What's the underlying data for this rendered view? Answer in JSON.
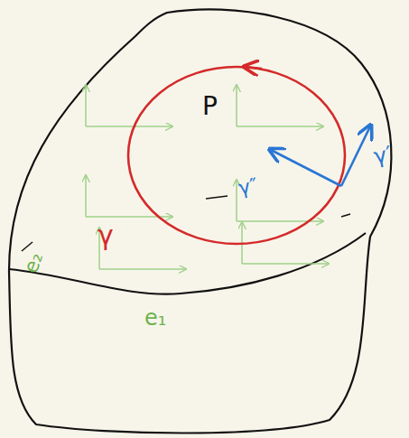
{
  "diagram": {
    "labels": [
      "P",
      "γ",
      "γ′",
      "γ″",
      "e₁",
      "e₂"
    ]
  }
}
